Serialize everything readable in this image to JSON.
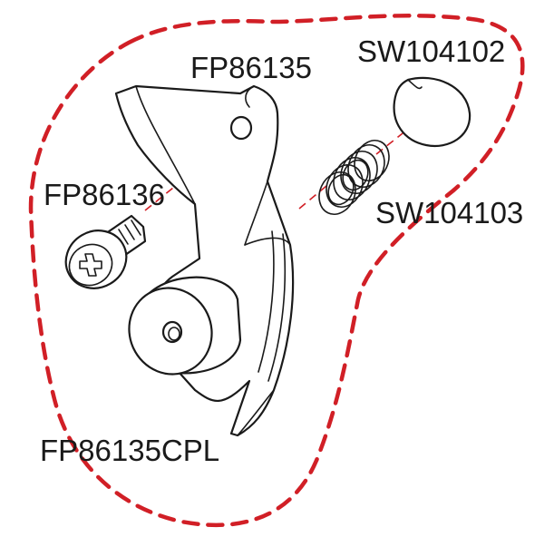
{
  "labels": {
    "housing": "FP86135",
    "cap": "SW104102",
    "screw": "FP86136",
    "spring": "SW104103",
    "assembly": "FP86135CPL"
  },
  "colors": {
    "boundary": "#d11f26",
    "leader": "#d11f26",
    "line": "#1a1a1a",
    "background": "#ffffff"
  }
}
